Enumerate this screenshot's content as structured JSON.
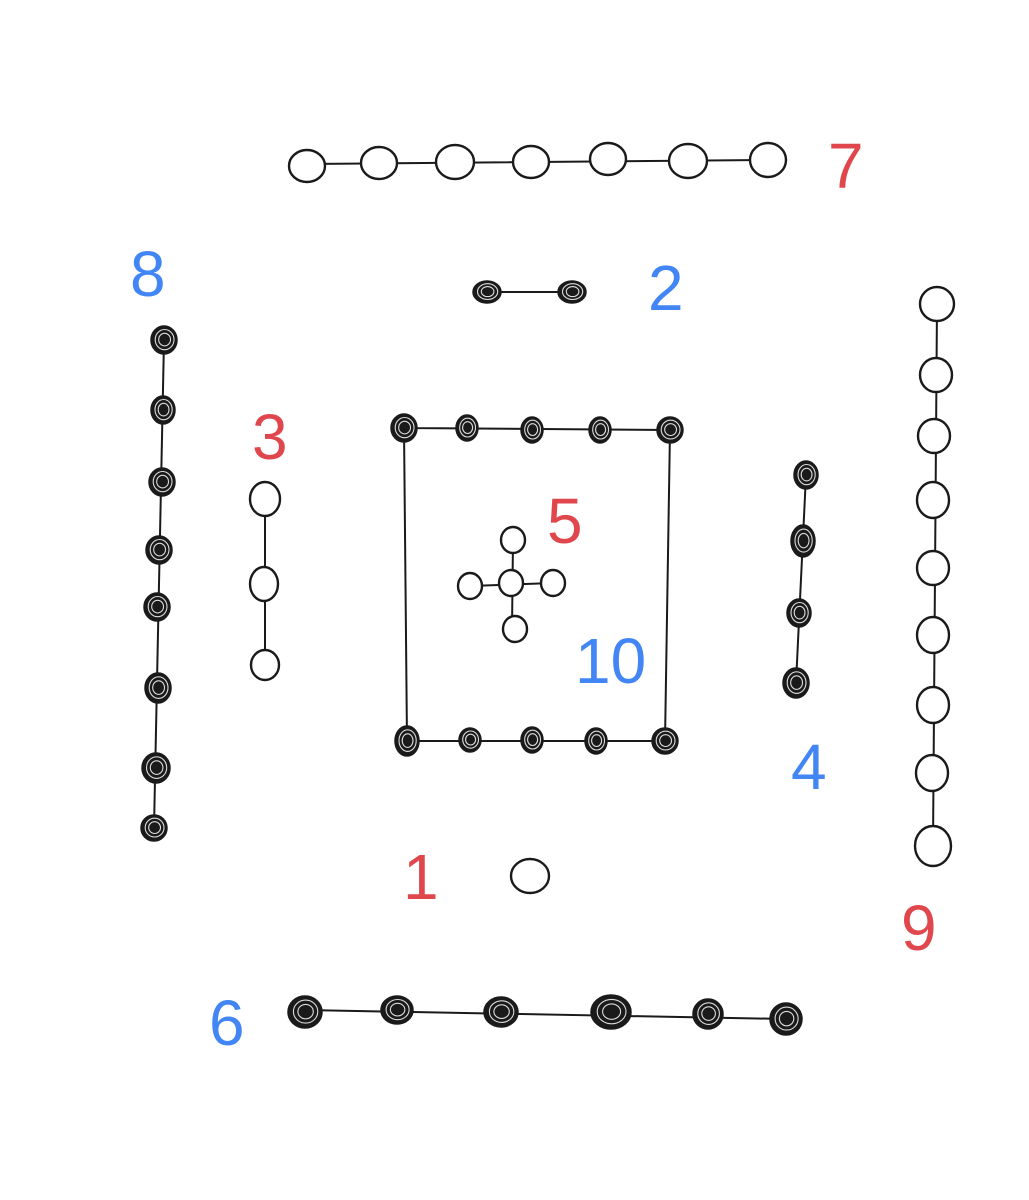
{
  "colors": {
    "red_label": "#e0474c",
    "blue_label": "#4285f4",
    "ink": "#1a1a1a"
  },
  "groups": [
    {
      "label": "1",
      "label_color": "red",
      "node_style": "open",
      "node_count": 1,
      "shape": "single-node"
    },
    {
      "label": "2",
      "label_color": "blue",
      "node_style": "filled",
      "node_count": 2,
      "shape": "horizontal-chain"
    },
    {
      "label": "3",
      "label_color": "red",
      "node_style": "open",
      "node_count": 3,
      "shape": "vertical-chain"
    },
    {
      "label": "4",
      "label_color": "blue",
      "node_style": "filled",
      "node_count": 4,
      "shape": "vertical-chain"
    },
    {
      "label": "5",
      "label_color": "red",
      "node_style": "open",
      "node_count": 5,
      "shape": "star"
    },
    {
      "label": "6",
      "label_color": "blue",
      "node_style": "filled",
      "node_count": 6,
      "shape": "horizontal-chain"
    },
    {
      "label": "7",
      "label_color": "red",
      "node_style": "open",
      "node_count": 7,
      "shape": "horizontal-chain"
    },
    {
      "label": "8",
      "label_color": "blue",
      "node_style": "filled",
      "node_count": 8,
      "shape": "vertical-chain"
    },
    {
      "label": "9",
      "label_color": "red",
      "node_style": "open",
      "node_count": 9,
      "shape": "vertical-chain"
    },
    {
      "label": "10",
      "label_color": "blue",
      "node_style": "filled",
      "node_count": 10,
      "shape": "rectangle-ring"
    }
  ]
}
